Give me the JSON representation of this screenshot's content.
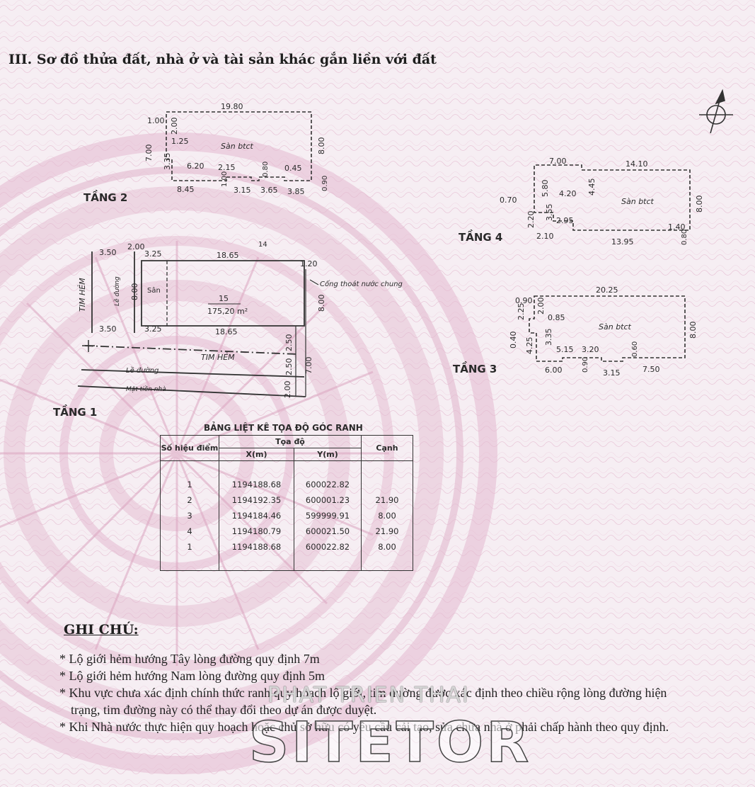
{
  "heading": "III. Sơ đồ thửa đất, nhà ở và tài sản khác gắn liền với đất",
  "colors": {
    "paper": "#f6eef3",
    "guilloche": "#e3b9cf",
    "ink": "#2a2a2a"
  },
  "icons": {
    "north_arrow": "compass-north-icon",
    "background": "bronze-drum-guilloche-pattern"
  },
  "floor2": {
    "label": "TẦNG 2",
    "room": "Sàn btct",
    "dims": {
      "top": "19.80",
      "corner_w": "1.00",
      "corner_h": "2.00",
      "left": "7.00",
      "inner_step": "1.25",
      "lower_left": "3.35",
      "seg_a": "6.20",
      "seg_b": "2.15",
      "notch_a": "1.00",
      "notch_b": "0.80",
      "small_step": "0.45",
      "right": "8.00",
      "b1": "8.45",
      "b2": "3.15",
      "b3": "3.65",
      "b4": "3.85",
      "b_right": "0.90"
    }
  },
  "floor1": {
    "label": "TẦNG 1",
    "dims": {
      "left_top": "3.50",
      "step": "2.00",
      "yard_top": "3.25",
      "main_top": "18.65",
      "right_top": "1.20",
      "left_h": "8.00",
      "right_h": "8.00",
      "left_bottom": "3.50",
      "yard_bottom": "3.25",
      "main_bottom": "18.65",
      "r1": "2.50",
      "r2": "2.50",
      "r3": "2.00",
      "r_total": "7.00"
    },
    "parcel_no": "15",
    "parcel_sheet": "14",
    "area": "175,20 m²",
    "yard": "Sân",
    "sidewalk_left": "Lề đường",
    "alley_left": "TIM HẺM",
    "drain": "Cống thoát nước chung",
    "alley_center": "TIM HẺM",
    "sidewalk": "Lề đường",
    "frontage": "Mặt tiền nhà"
  },
  "floor4": {
    "label": "TẦNG 4",
    "room": "Sàn btct",
    "dims": {
      "top_left": "7.00",
      "top_right": "14.10",
      "left": "5.80",
      "step_w": "4.20",
      "inner": "4.45",
      "left_out": "0.70",
      "step_h": "3.55",
      "low_h": "2.20",
      "seg": "2.95",
      "right_step": "1.40",
      "right": "8.00",
      "b1": "2.10",
      "b2": "13.95",
      "b_right": "0.80"
    }
  },
  "floor3": {
    "label": "TẦNG 3",
    "room": "Sàn btct",
    "dims": {
      "top": "20.25",
      "corner": "0.90",
      "h1": "2.25",
      "h2": "2.00",
      "step": "0.85",
      "left_out": "0.40",
      "h3": "4.25",
      "h4": "3.35",
      "seg1": "5.15",
      "seg2": "3.20",
      "notch": "0.60",
      "right": "8.00",
      "b1": "6.00",
      "b2": "0.90",
      "b3": "3.15",
      "b4": "7.50"
    }
  },
  "coord_table": {
    "title": "BẢNG LIỆT KÊ TỌA ĐỘ GÓC RANH",
    "headers": {
      "point": "Số hiệu điểm",
      "coord": "Tọa độ",
      "x": "X(m)",
      "y": "Y(m)",
      "edge": "Cạnh"
    },
    "rows": [
      {
        "point": "1",
        "x": "1194188.68",
        "y": "600022.82",
        "edge": ""
      },
      {
        "point": "2",
        "x": "1194192.35",
        "y": "600001.23",
        "edge": "21.90"
      },
      {
        "point": "3",
        "x": "1194184.46",
        "y": "599999.91",
        "edge": "8.00"
      },
      {
        "point": "4",
        "x": "1194180.79",
        "y": "600021.50",
        "edge": "21.90"
      },
      {
        "point": "1",
        "x": "1194188.68",
        "y": "600022.82",
        "edge": "8.00"
      }
    ]
  },
  "notes": {
    "title": "GHI CHÚ:",
    "items": [
      "* Lộ giới hẻm hướng Tây lòng đường quy định 7m",
      "* Lộ giới hẻm hướng Nam lòng đường quy định 5m",
      "* Khu vực chưa xác định chính thức ranh quy hoạch lộ giới, tim đường được xác định theo chiều rộng lòng đường hiện trạng, tim đường này có thể thay đổi theo dự án được duyệt.",
      "* Khi Nhà nước thực hiện quy hoạch hoặc chủ sở hữu có yêu cầu cải tạo, sửa chữa nhà ở phải chấp hành theo quy định."
    ]
  },
  "watermark": {
    "top": "PHAT TRIEN THAI",
    "main": "SITETOR"
  }
}
